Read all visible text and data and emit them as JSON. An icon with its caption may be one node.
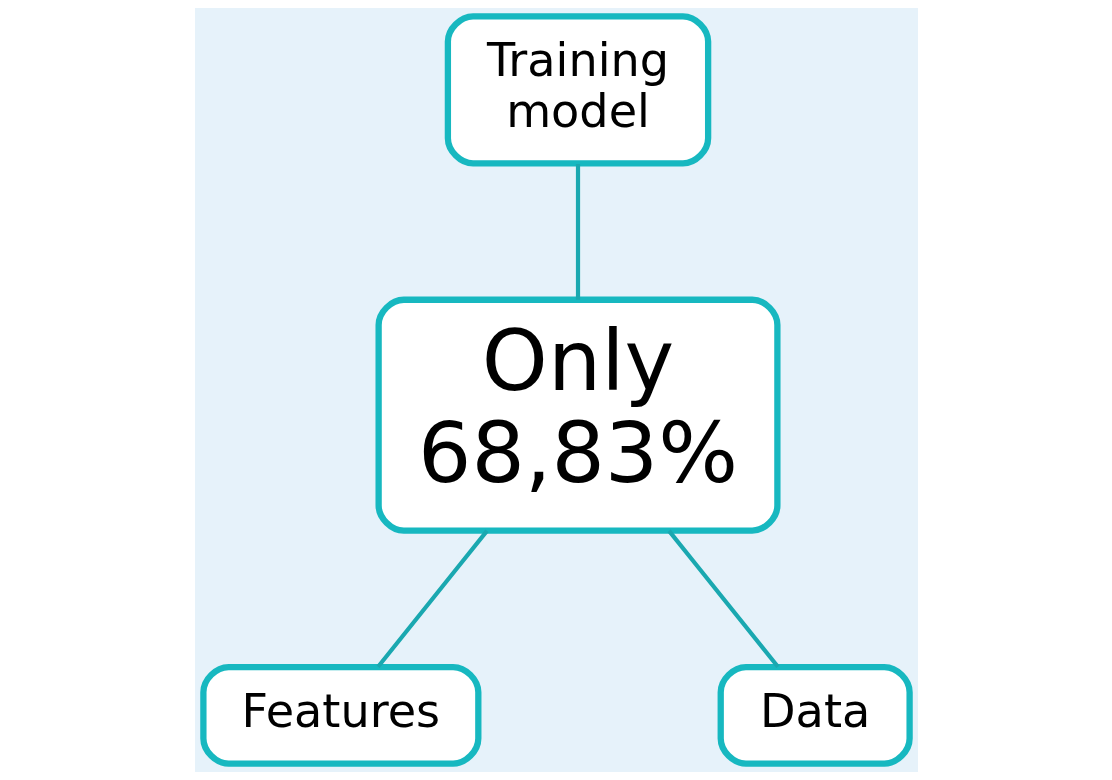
{
  "diagram": {
    "nodes": [
      {
        "text": [
          "Training model"
        ]
      },
      {
        "text": [
          "Only 68,83%"
        ]
      },
      {
        "text": [
          "Features"
        ]
      },
      {
        "text": [
          "Data"
        ]
      }
    ],
    "edges": [
      {
        "from": 0,
        "to": 1,
        "arrow": "none"
      },
      {
        "from": 1,
        "to": 2,
        "arrow": "none"
      },
      {
        "from": 1,
        "to": 3,
        "arrow": "none"
      }
    ]
  }
}
